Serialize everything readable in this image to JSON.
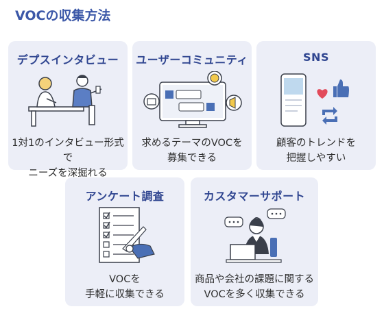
{
  "page": {
    "title": "VOCの収集方法"
  },
  "cards": [
    {
      "title": "デプスインタビュー",
      "desc_lines": [
        "1対1のインタビュー形式で",
        "ニーズを深掘れる"
      ],
      "icon": "interview-illustration"
    },
    {
      "title": "ユーザーコミュニティ",
      "desc_lines": [
        "求めるテーマのVOCを",
        "募集できる"
      ],
      "icon": "community-illustration"
    },
    {
      "title": "SNS",
      "desc_lines": [
        "顧客のトレンドを",
        "把握しやすい"
      ],
      "icon": "sns-illustration"
    },
    {
      "title": "アンケート調査",
      "desc_lines": [
        "VOCを",
        "手軽に収集できる"
      ],
      "icon": "survey-illustration"
    },
    {
      "title": "カスタマーサポート",
      "desc_lines": [
        "商品や会社の課題に関する",
        "VOCを多く収集できる"
      ],
      "icon": "support-illustration"
    }
  ],
  "colors": {
    "title": "#3c58a8",
    "card_bg": "#eceef7",
    "card_title": "#2f4590",
    "accent": "#4a6fb5",
    "heart": "#e24a5a",
    "coin": "#f2c94c"
  }
}
